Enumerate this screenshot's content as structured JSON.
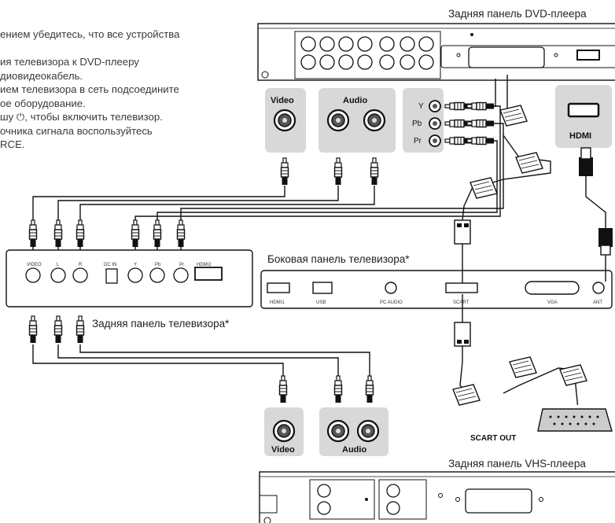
{
  "intro_lines": [
    "ением убедитесь, что все устройства",
    "",
    "ия телевизора к DVD-плееру",
    "диовидеокабель.",
    "ием телевизора в сеть подсоедините",
    "ое оборудование.",
    "шу ⏻, чтобы включить телевизор.",
    "очника сигнала воспользуйтесь",
    "RCE."
  ],
  "titles": {
    "dvd_rear": "Задняя панель DVD-плеера",
    "tv_side": "Боковая панель телевизора*",
    "tv_rear": "Задняя панель телевизора*",
    "vhs_rear": "Задняя панель VHS-плеера"
  },
  "tags": {
    "video": "Video",
    "audio": "Audio",
    "hdmi": "HDMI",
    "y": "Y",
    "pb": "Pb",
    "pr": "Pr",
    "video2": "Video",
    "audio2": "Audio",
    "scart_out": "SCART OUT"
  },
  "tv_rear_ports": [
    "VIDEO",
    "L",
    "R",
    "DC IN",
    "Y",
    "Pb",
    "Pr",
    "HDMI2"
  ],
  "tv_side_ports": [
    "HDMI1",
    "USB",
    "PC AUDIO",
    "SCART",
    "VGA",
    "ANT"
  ]
}
